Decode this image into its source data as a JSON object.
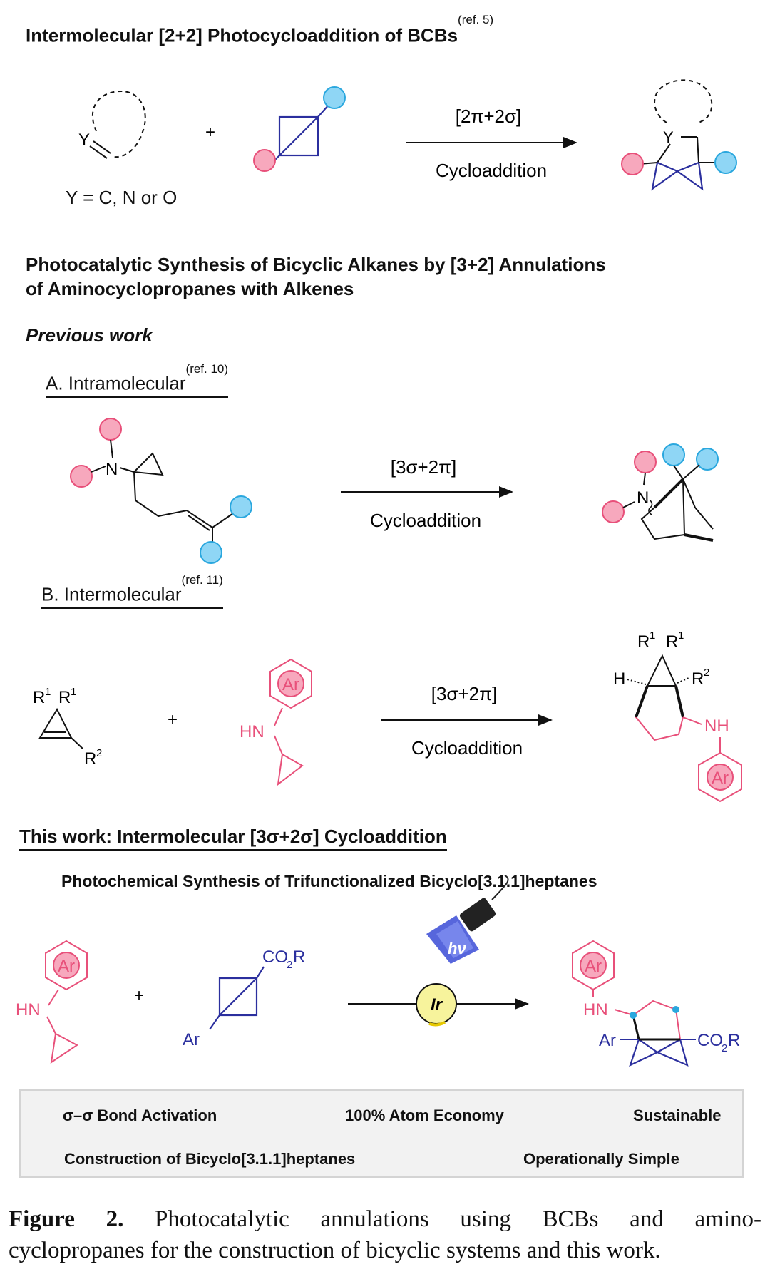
{
  "section1": {
    "title": "Intermolecular [2+2] Photocycloaddition of BCBs",
    "ref": "(ref. 5)",
    "y_label": "Y = C, N or O",
    "atom_y": "Y",
    "plus": "+",
    "arrow_top": "[2π+2σ]",
    "arrow_bottom": "Cycloaddition"
  },
  "section2": {
    "title_line1": "Photocatalytic Synthesis of Bicyclic Alkanes by [3+2] Annulations",
    "title_line2": "of Aminocyclopropanes with Alkenes",
    "previous": "Previous work",
    "a_label": "A. Intramolecular",
    "a_ref": "(ref. 10)",
    "atom_n": "N",
    "a_arrow_top": "[3σ+2π]",
    "a_arrow_bottom": "Cycloaddition",
    "b_label": "B. Intermolecular",
    "b_ref": "(ref. 11)",
    "r1": "R",
    "r1_sup": "1",
    "r2": "R",
    "r2_sup": "2",
    "ar": "Ar",
    "hn": "HN",
    "nh": "NH",
    "h": "H",
    "plus": "+",
    "b_arrow_top": "[3σ+2π]",
    "b_arrow_bottom": "Cycloaddition"
  },
  "section3": {
    "title": "This work: Intermolecular [3σ+2σ] Cycloaddition",
    "subtitle": "Photochemical Synthesis of Trifunctionalized Bicyclo[3.1.1]heptanes",
    "ar": "Ar",
    "hn": "HN",
    "co2r": "CO",
    "co2r_sub": "2",
    "co2r_end": "R",
    "plus": "+",
    "hv": "hν",
    "ir": "Ir"
  },
  "features": {
    "f1": "σ–σ Bond Activation",
    "f2": "100% Atom Economy",
    "f3": "Sustainable",
    "f4": "Construction of Bicyclo[3.1.1]heptanes",
    "f5": "Operationally Simple"
  },
  "caption": {
    "label": "Figure 2.",
    "line1": "Photocatalytic annulations using BCBs and amino-",
    "line2": "cyclopropanes for the construction of bicyclic systems and this work."
  },
  "colors": {
    "pink": "#e8507a",
    "pink_fill": "#f7a8bd",
    "blue": "#2b2f9e",
    "blue_fill": "#8fd6f5",
    "box_bg": "#f2f2f2"
  }
}
